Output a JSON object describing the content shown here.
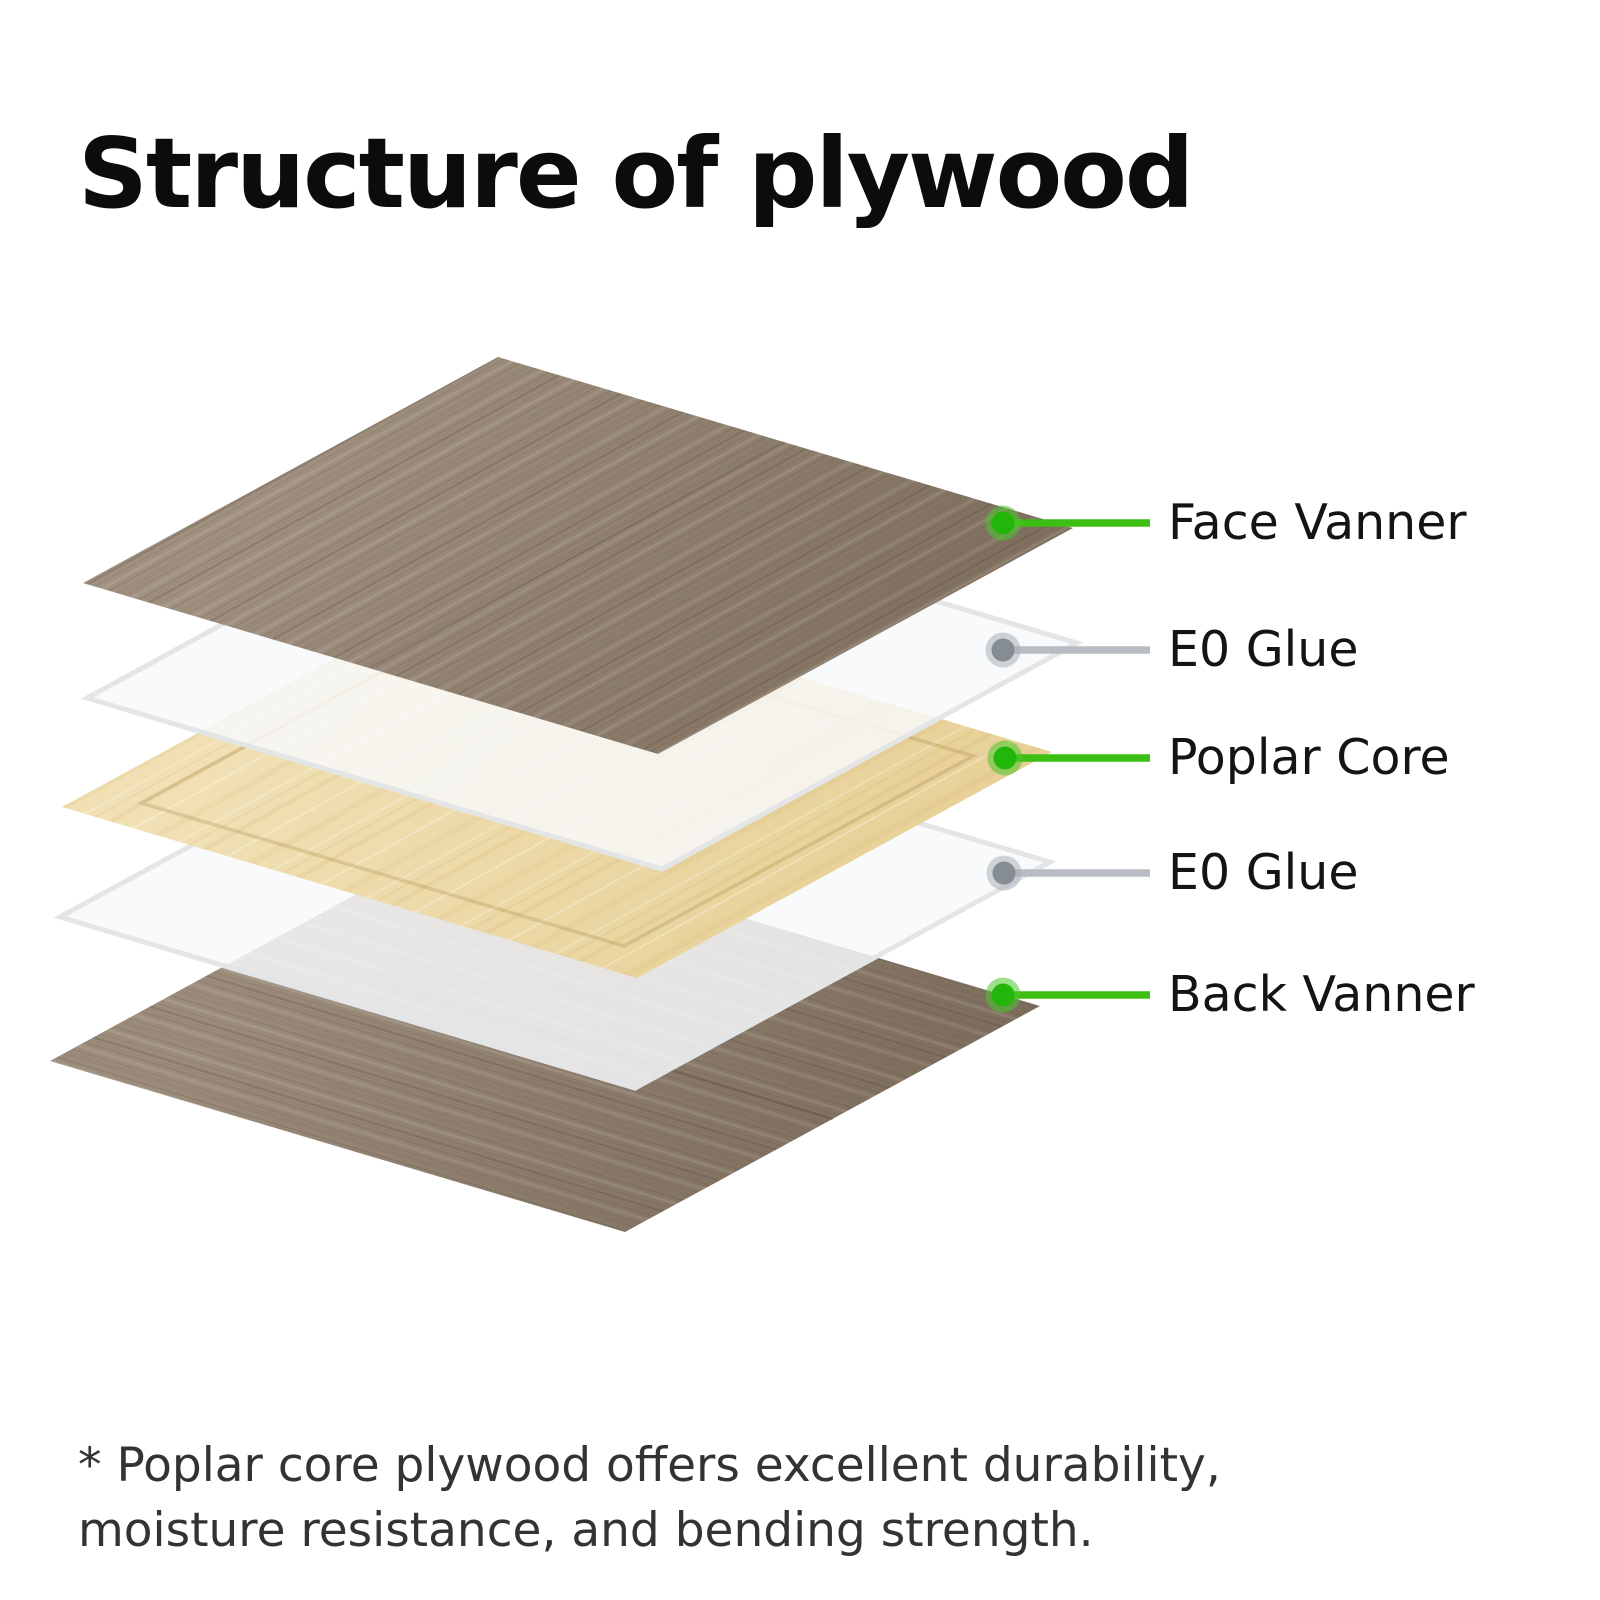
{
  "title": "Structure of plywood",
  "diagram": {
    "layers": [
      {
        "label": "Face Vanner",
        "material": "walnut-veneer",
        "accent": "green"
      },
      {
        "label": "E0 Glue",
        "material": "glue-film",
        "accent": "gray"
      },
      {
        "label": "Poplar Core",
        "material": "poplar-wood",
        "accent": "green"
      },
      {
        "label": "E0 Glue",
        "material": "glue-film",
        "accent": "gray"
      },
      {
        "label": "Back Vanner",
        "material": "walnut-veneer",
        "accent": "green"
      }
    ]
  },
  "colors": {
    "accent_green": "#3cbe12",
    "accent_green_halo": "#4fc52c",
    "accent_gray": "#b7bdc2",
    "accent_gray_dot": "#858c93",
    "walnut_light": "#9c8b7b",
    "walnut_dark": "#837263",
    "poplar_light": "#f0e0b4",
    "poplar_dark": "#e7d198",
    "glue_fill": "#f8f9fa",
    "glue_edge": "#e3e5e7",
    "title_text": "#0c0c0c",
    "label_text": "#141414",
    "footnote_text": "#333333"
  },
  "footnote": "* Poplar core plywood offers excellent durability, moisture resistance, and bending strength."
}
